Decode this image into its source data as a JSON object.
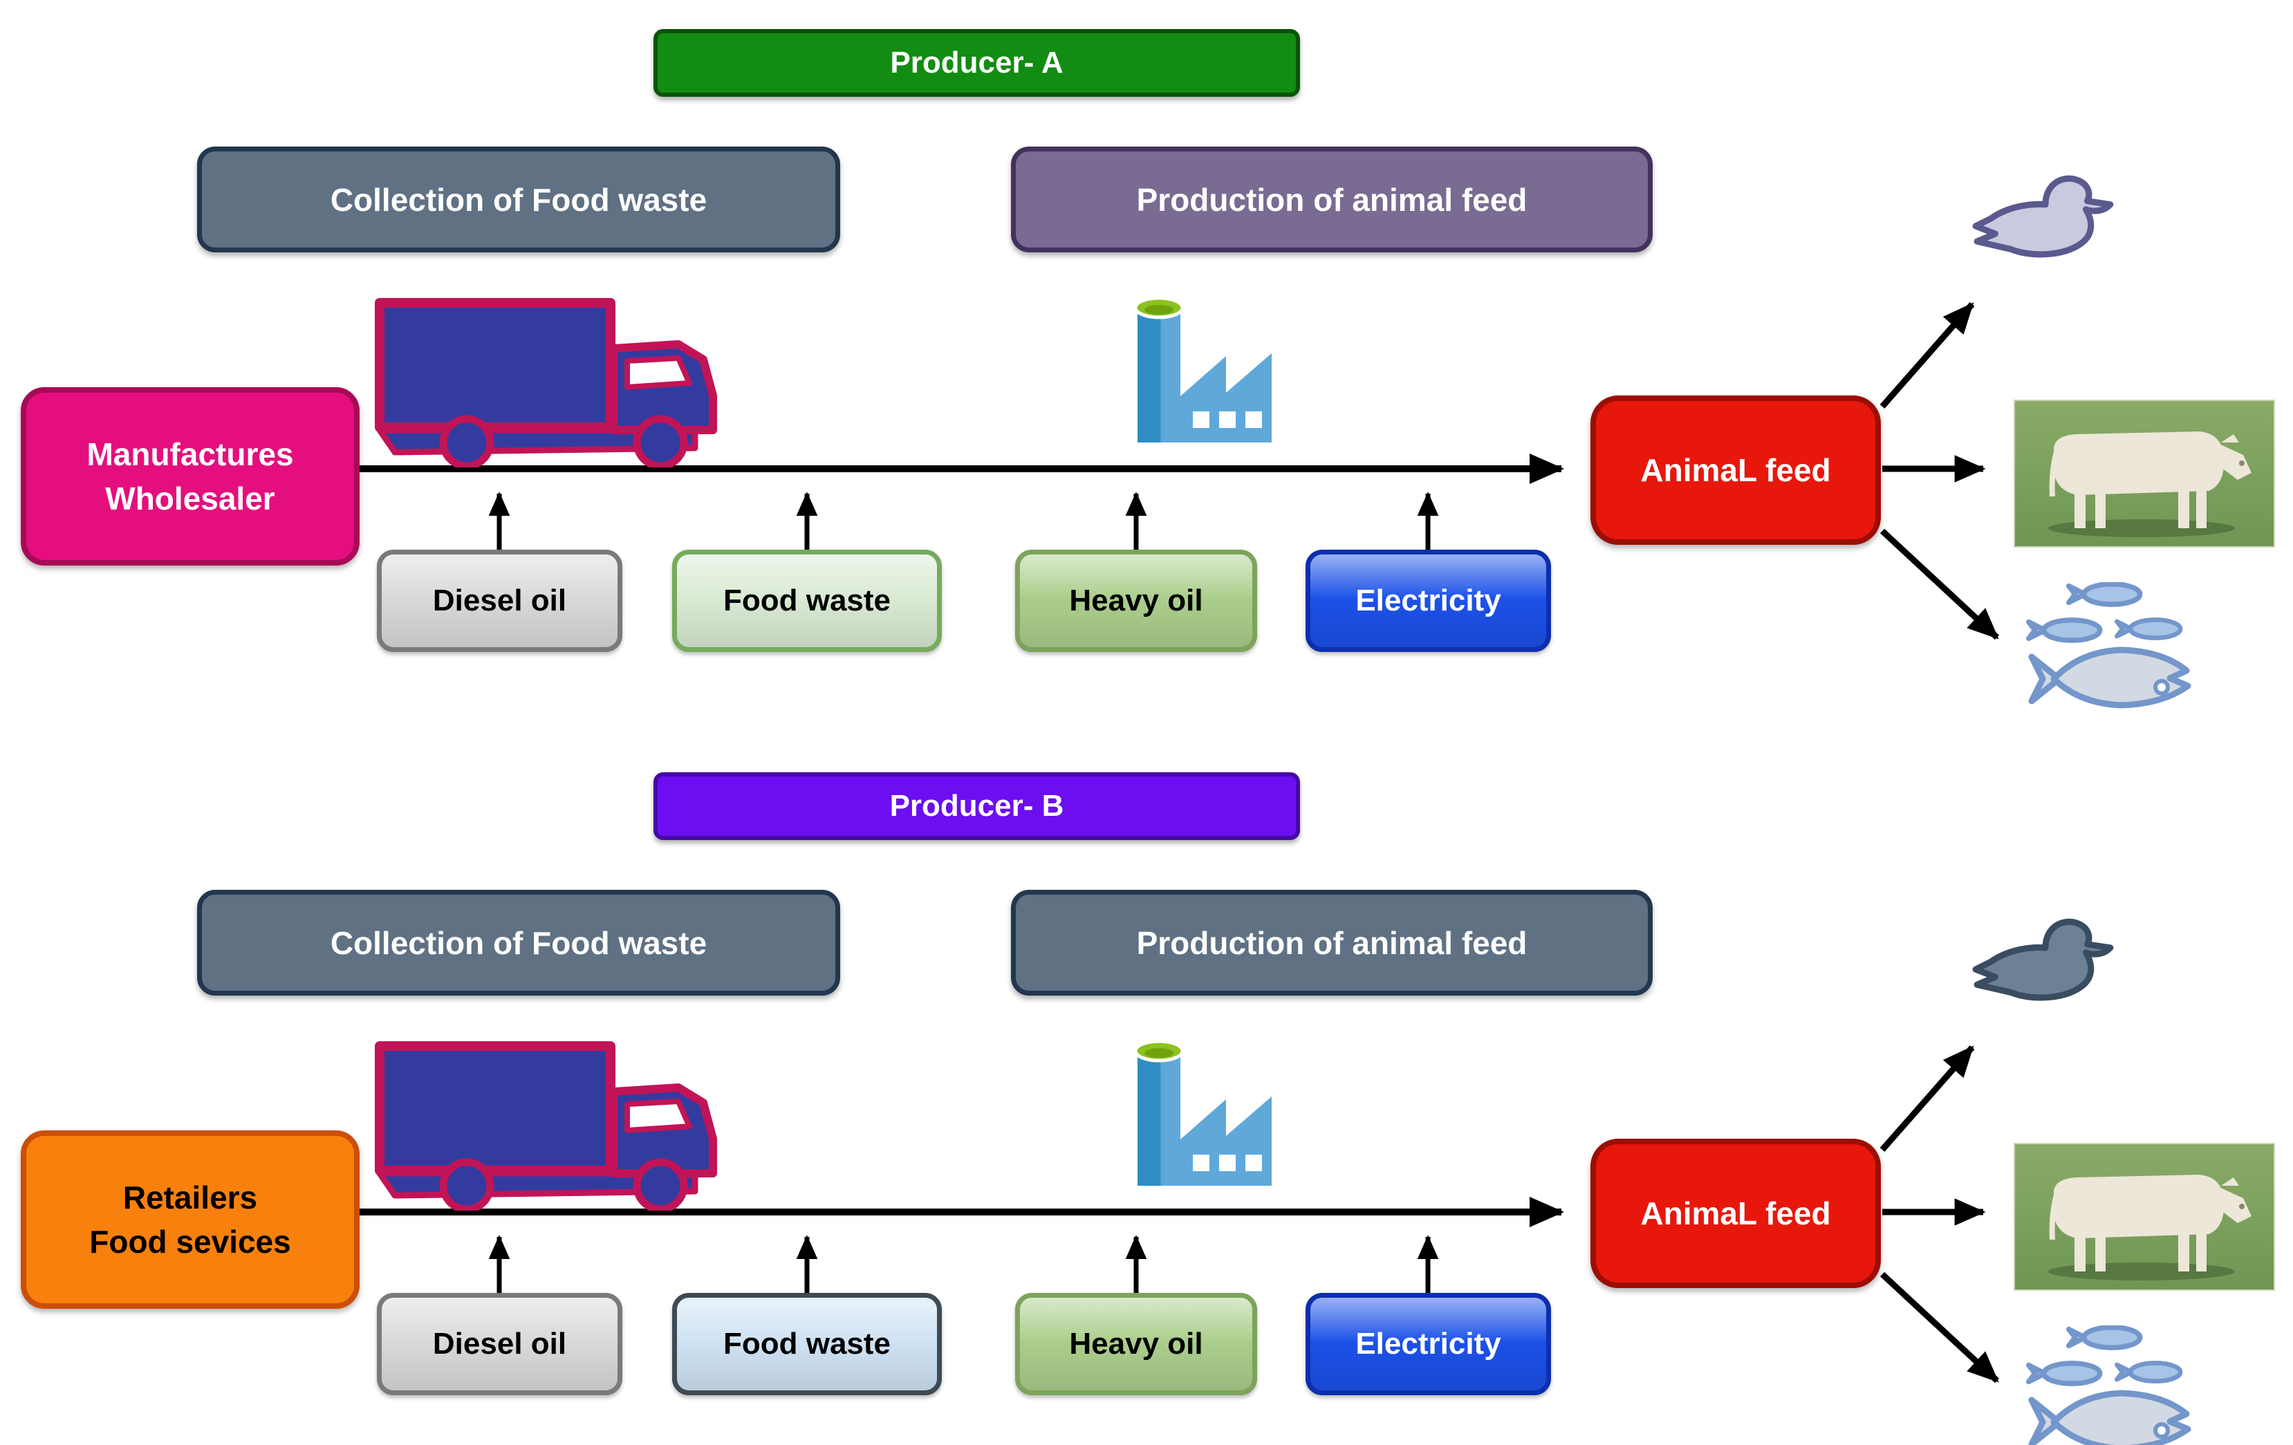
{
  "sections": [
    {
      "id": "producer-a",
      "producer": {
        "label": "Producer- A",
        "bg": "#128c12",
        "border": "#0a540a",
        "text": "#ffffff"
      },
      "collection_header": {
        "label": "Collection of Food waste",
        "bg": "#5f7183",
        "border": "#22374e",
        "text": "#ffffff"
      },
      "production_header": {
        "label": "Production of animal feed",
        "bg": "#796b91",
        "border": "#44315e",
        "text": "#ffffff"
      },
      "source": {
        "label": "Manufactures\nWholesaler",
        "bg": "#e50e7e",
        "border": "#a80a55",
        "text": "#ffffff"
      },
      "inputs": [
        {
          "label": "Diesel oil",
          "bg": "#d9d9d9",
          "border": "#7a7a7a",
          "text": "#000000"
        },
        {
          "label": "Food waste",
          "bg": "#d9ead3",
          "border": "#76ab5c",
          "text": "#000000"
        },
        {
          "label": "Heavy oil",
          "bg": "#abce8c",
          "border": "#7ca45b",
          "text": "#000000"
        },
        {
          "label": "Electricity",
          "bg": "#1c51e8",
          "border": "#0c2fae",
          "text": "#ffffff"
        }
      ],
      "output": {
        "label": "AnimaL feed",
        "bg": "#e8170c",
        "border": "#9c0e05",
        "text": "#ffffff"
      },
      "animals": {
        "duck_fill": "#c9c9e0",
        "duck_stroke": "#5a5a8e"
      }
    },
    {
      "id": "producer-b",
      "producer": {
        "label": "Producer- B",
        "bg": "#6c0ef0",
        "border": "#4709a5",
        "text": "#ffffff"
      },
      "collection_header": {
        "label": "Collection of Food waste",
        "bg": "#5f7183",
        "border": "#22374e",
        "text": "#ffffff"
      },
      "production_header": {
        "label": "Production of animal feed",
        "bg": "#5f7183",
        "border": "#22374e",
        "text": "#ffffff"
      },
      "source": {
        "label": "Retailers\nFood sevices",
        "bg": "#f8810d",
        "border": "#cc4f09",
        "text": "#000000"
      },
      "inputs": [
        {
          "label": "Diesel oil",
          "bg": "#d9d9d9",
          "border": "#7a7a7a",
          "text": "#000000"
        },
        {
          "label": "Food waste",
          "bg": "#cfe2f3",
          "border": "#3d4a55",
          "text": "#000000"
        },
        {
          "label": "Heavy oil",
          "bg": "#abce8c",
          "border": "#7ca45b",
          "text": "#000000"
        },
        {
          "label": "Electricity",
          "bg": "#1c51e8",
          "border": "#0c2fae",
          "text": "#ffffff"
        }
      ],
      "output": {
        "label": "AnimaL feed",
        "bg": "#e8170c",
        "border": "#9c0e05",
        "text": "#ffffff"
      },
      "animals": {
        "duck_fill": "#6d8196",
        "duck_stroke": "#394c60"
      }
    }
  ],
  "icons": {
    "truck": "delivery-truck-icon",
    "factory": "factory-icon",
    "duck": "duck-icon",
    "cow": "cow-photo",
    "fish": "fish-school-icon"
  },
  "palette": {
    "truck_body": "#333b9e",
    "truck_outline": "#c11457",
    "factory_blue_dark": "#2f8cc4",
    "factory_blue_light": "#5fa8d9",
    "factory_chimney_top": "#8dc21e",
    "fish_outline": "#7396cb",
    "fish_fill_small": "#a7c4e6",
    "fish_fill_big": "#d2d9e2",
    "arrow_color": "#000000"
  }
}
